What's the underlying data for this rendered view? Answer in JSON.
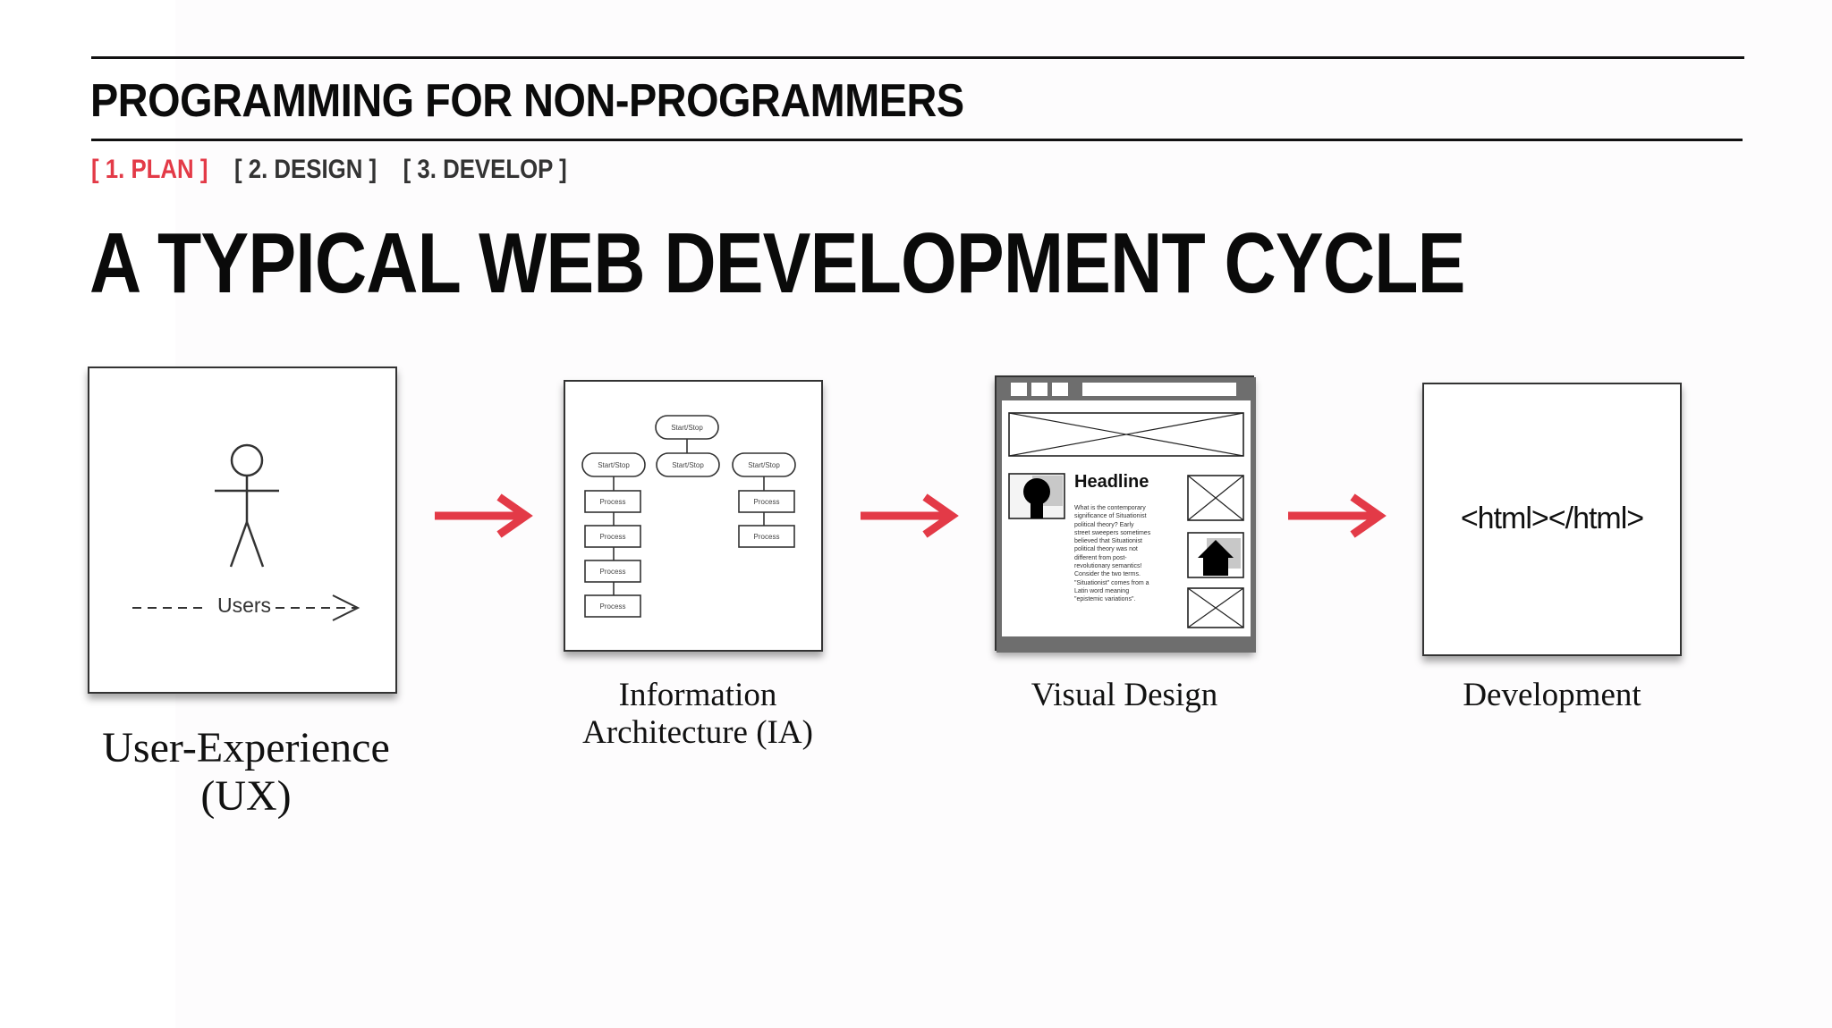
{
  "header": {
    "title": "PROGRAMMING FOR NON-PROGRAMMERS",
    "crumbs": [
      "[ 1. PLAN ]",
      "[ 2. DESIGN ]",
      "[ 3. DEVELOP ]"
    ],
    "active_crumb_color": "#e33a47"
  },
  "slide": {
    "title": "A TYPICAL WEB DEVELOPMENT CYCLE"
  },
  "stages": {
    "ux": {
      "caption_line1": "User-Experience",
      "caption_line2": "(UX)",
      "users_label": "Users"
    },
    "ia": {
      "caption_line1": "Information",
      "caption_line2": "Architecture (IA)",
      "node_start_stop": "Start/Stop",
      "node_process": "Process"
    },
    "visual": {
      "caption": "Visual Design",
      "headline": "Headline",
      "body_text": [
        "What is the contemporary",
        "significance of Situationist",
        "political theory? Early",
        "street sweepers sometimes",
        "believed that Situationist",
        "political theory was not",
        "different from post-",
        "revolutionary semantics!",
        "Consider the two terms.",
        "\"Situationist\" comes from a",
        "Latin word meaning",
        "\"epistemic variations\"."
      ]
    },
    "dev": {
      "caption": "Development",
      "code": "<html></html>"
    }
  },
  "colors": {
    "arrow": "#e33a47",
    "text": "#111111"
  }
}
